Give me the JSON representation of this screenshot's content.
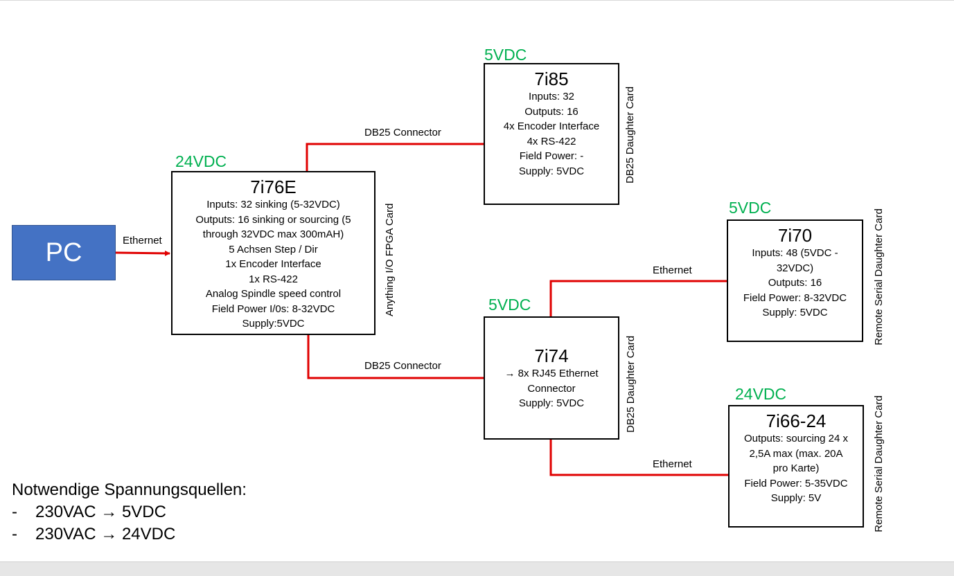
{
  "pc": {
    "label": "PC"
  },
  "boards": {
    "b7i76e": {
      "voltage": "24VDC",
      "title": "7i76E",
      "lines": [
        "Inputs: 32 sinking (5-32VDC)",
        "Outputs: 16 sinking or sourcing (5",
        "through 32VDC max 300mAH)",
        "5 Achsen Step / Dir",
        "1x Encoder Interface",
        "1x RS-422",
        "Analog Spindle speed control",
        "Field Power I/0s: 8-32VDC",
        "Supply:5VDC"
      ],
      "side_label": "Anything I/O FPGA Card"
    },
    "b7i85": {
      "voltage": "5VDC",
      "title": "7i85",
      "lines": [
        "Inputs: 32",
        "Outputs: 16",
        "4x Encoder Interface",
        "4x RS-422",
        "Field Power: -",
        "Supply: 5VDC"
      ],
      "side_label": "DB25 Daughter Card"
    },
    "b7i74": {
      "voltage": "5VDC",
      "title": "7i74",
      "lines": [
        "→ 8x RJ45 Ethernet",
        "Connector",
        "Supply: 5VDC"
      ],
      "side_label": "DB25 Daughter Card"
    },
    "b7i70": {
      "voltage": "5VDC",
      "title": "7i70",
      "lines": [
        "Inputs: 48 (5VDC -",
        "32VDC)",
        "Outputs: 16",
        "Field Power: 8-32VDC",
        "Supply: 5VDC"
      ],
      "side_label": "Remote Serial Daughter Card"
    },
    "b7i66": {
      "voltage": "24VDC",
      "title": "7i66-24",
      "lines": [
        "Outputs: sourcing 24 x",
        "2,5A max (max. 20A",
        "pro Karte)",
        "Field Power: 5-35VDC",
        "Supply: 5V"
      ],
      "side_label": "Remote Serial Daughter Card"
    }
  },
  "connections": {
    "pc_to_7i76e": "Ethernet",
    "to_7i85": "DB25 Connector",
    "to_7i74": "DB25 Connector",
    "to_7i70": "Ethernet",
    "to_7i66": "Ethernet"
  },
  "notes": {
    "heading": "Notwendige Spannungsquellen:",
    "items": [
      {
        "bullet": "-",
        "text": "230VAC → 5VDC"
      },
      {
        "bullet": "-",
        "text": "230VAC → 24VDC"
      }
    ]
  },
  "colors": {
    "wire": "#e00000",
    "voltage": "#00b050",
    "pc_fill": "#4472c4"
  }
}
